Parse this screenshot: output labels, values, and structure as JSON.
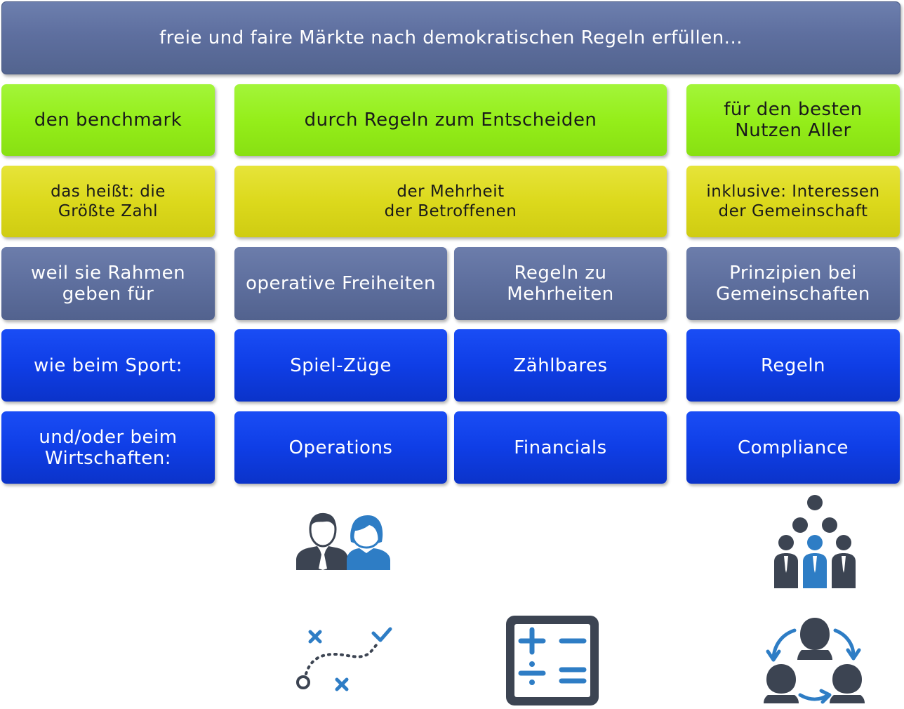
{
  "header": {
    "title": "freie und faire Märkte nach demokratischen Regeln erfüllen..."
  },
  "row_green": {
    "col1": "den benchmark",
    "col2": "durch Regeln zum Entscheiden",
    "col3": "für den besten\nNutzen Aller"
  },
  "row_yellow": {
    "col1": "das heißt: die\nGrößte Zahl",
    "col2": "der Mehrheit\nder Betroffenen",
    "col3": "inklusive: Interessen\nder Gemeinschaft"
  },
  "row_gray": {
    "col1": "weil sie Rahmen\ngeben für",
    "col2a": "operative Freiheiten",
    "col2b": "Regeln zu\nMehrheiten",
    "col3": "Prinzipien bei\nGemeinschaften"
  },
  "row_sport": {
    "col1": "wie beim Sport:",
    "col2a": "Spiel-Züge",
    "col2b": "Zählbares",
    "col3": "Regeln"
  },
  "row_business": {
    "col1": "und/oder beim\nWirtschaften:",
    "col2a": "Operations",
    "col2b": "Financials",
    "col3": "Compliance"
  },
  "icons": {
    "people": "two-people-icon",
    "hierarchy": "group-hierarchy-icon",
    "strategy": "strategy-path-icon",
    "calculator": "calculator-icon",
    "cycle": "collaboration-cycle-icon"
  },
  "colors": {
    "dark_icon": "#3c4452",
    "blue_icon": "#2e7dc5",
    "title_box": "#5e6f9f",
    "green_box": "#95ee1a",
    "yellow_box": "#dcd91c",
    "gray_box": "#5e6f9e",
    "blue_box": "#0f3ee6"
  }
}
